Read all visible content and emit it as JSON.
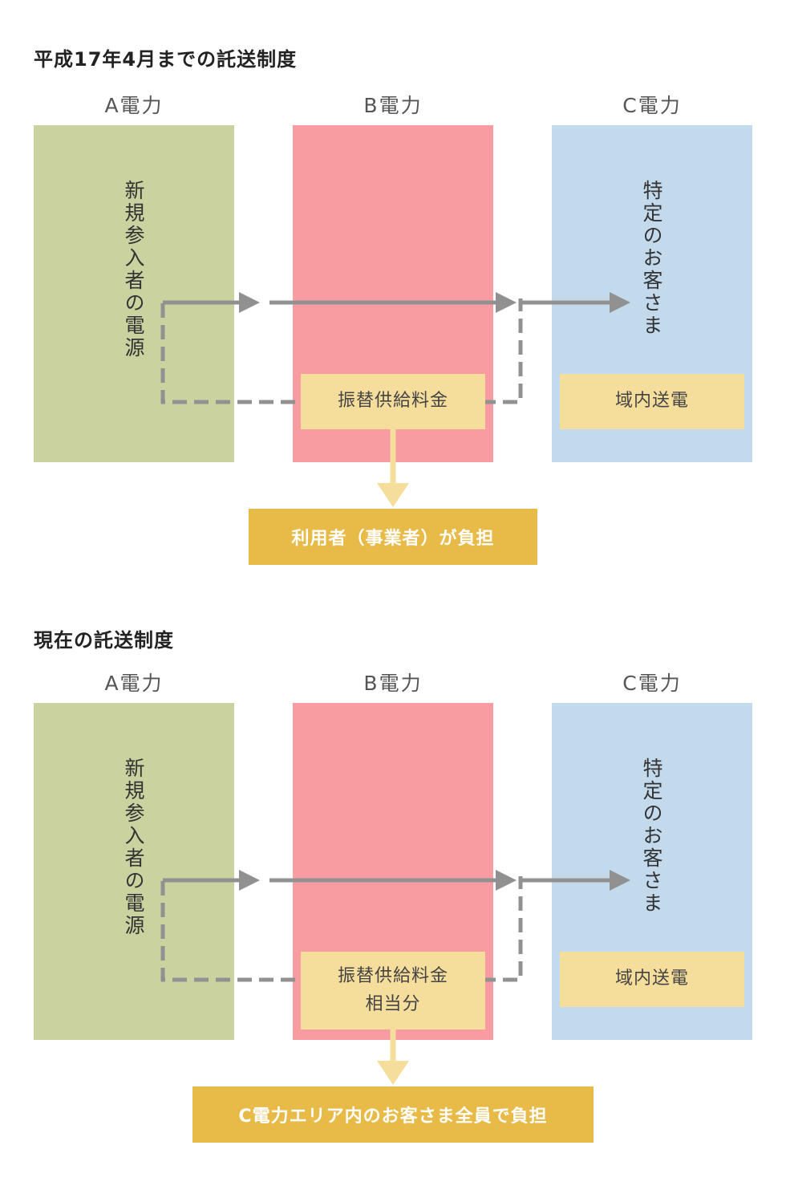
{
  "sections": [
    {
      "title": "平成17年4月までの託送制度",
      "companies": {
        "a": "A電力",
        "b": "B電力",
        "c": "C電力"
      },
      "source_label": "新規参入者の電源",
      "customer_label": "特定のお客さま",
      "fee_b_lines": [
        "振替供給料金"
      ],
      "fee_c": "域内送電",
      "burden": "利用者（事業者）が負担"
    },
    {
      "title": "現在の託送制度",
      "companies": {
        "a": "A電力",
        "b": "B電力",
        "c": "C電力"
      },
      "source_label": "新規参入者の電源",
      "customer_label": "特定のお客さま",
      "fee_b_lines": [
        "振替供給料金",
        "相当分"
      ],
      "fee_c": "域内送電",
      "burden": "C電力エリア内のお客さま全員で負担"
    }
  ],
  "colors": {
    "company_a": "#cad2a0",
    "company_b": "#f89ca2",
    "company_c": "#c3d9ec",
    "fee": "#f5dd9c",
    "burden": "#e8ba48",
    "arrow": "#919191"
  }
}
